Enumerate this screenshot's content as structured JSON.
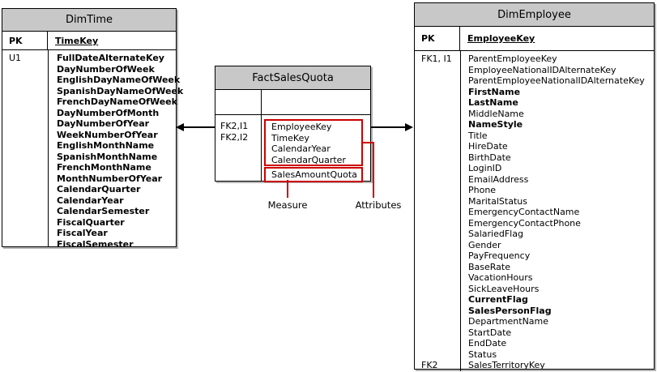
{
  "colors": {
    "header_bg": "#c8c8c8",
    "table_border": "#000000",
    "annotation_red": "#cc0000"
  },
  "tables": {
    "dim_time": {
      "title": "DimTime",
      "pk_label": "PK",
      "pk_column": "TimeKey",
      "key_label": "U1",
      "columns": [
        "FullDateAlternateKey",
        "DayNumberOfWeek",
        "EnglishDayNameOfWeek",
        "SpanishDayNameOfWeek",
        "FrenchDayNameOfWeek",
        "DayNumberOfMonth",
        "DayNumberOfYear",
        "WeekNumberOfYear",
        "EnglishMonthName",
        "SpanishMonthName",
        "FrenchMonthName",
        "MonthNumberOfYear",
        "CalendarQuarter",
        "CalendarYear",
        "CalendarSemester",
        "FiscalQuarter",
        "FiscalYear",
        "FiscalSemester"
      ]
    },
    "fact_sales_quota": {
      "title": "FactSalesQuota",
      "fk_labels": "FK2,I1\nFK2,I2",
      "attribute_columns": [
        "EmployeeKey",
        "TimeKey",
        "CalendarYear",
        "CalendarQuarter"
      ],
      "measure_columns": [
        "SalesAmountQuota"
      ]
    },
    "dim_employee": {
      "title": "DimEmployee",
      "pk_label": "PK",
      "pk_column": "EmployeeKey",
      "rows": [
        {
          "key": "FK1, I1",
          "name": "ParentEmployeeKey",
          "bold": false
        },
        {
          "key": "",
          "name": "EmployeeNationalIDAlternateKey",
          "bold": false
        },
        {
          "key": "",
          "name": "ParentEmployeeNationalIDAlternateKey",
          "bold": false
        },
        {
          "key": "",
          "name": "FirstName",
          "bold": true
        },
        {
          "key": "",
          "name": "LastName",
          "bold": true
        },
        {
          "key": "",
          "name": "MiddleName",
          "bold": false
        },
        {
          "key": "",
          "name": "NameStyle",
          "bold": true
        },
        {
          "key": "",
          "name": "Title",
          "bold": false
        },
        {
          "key": "",
          "name": "HireDate",
          "bold": false
        },
        {
          "key": "",
          "name": "BirthDate",
          "bold": false
        },
        {
          "key": "",
          "name": "LoginID",
          "bold": false
        },
        {
          "key": "",
          "name": "EmailAddress",
          "bold": false
        },
        {
          "key": "",
          "name": "Phone",
          "bold": false
        },
        {
          "key": "",
          "name": "MaritalStatus",
          "bold": false
        },
        {
          "key": "",
          "name": "EmergencyContactName",
          "bold": false
        },
        {
          "key": "",
          "name": "EmergencyContactPhone",
          "bold": false
        },
        {
          "key": "",
          "name": "SalariedFlag",
          "bold": false
        },
        {
          "key": "",
          "name": "Gender",
          "bold": false
        },
        {
          "key": "",
          "name": "PayFrequency",
          "bold": false
        },
        {
          "key": "",
          "name": "BaseRate",
          "bold": false
        },
        {
          "key": "",
          "name": "VacationHours",
          "bold": false
        },
        {
          "key": "",
          "name": "SickLeaveHours",
          "bold": false
        },
        {
          "key": "",
          "name": "CurrentFlag",
          "bold": true
        },
        {
          "key": "",
          "name": "SalesPersonFlag",
          "bold": true
        },
        {
          "key": "",
          "name": "DepartmentName",
          "bold": false
        },
        {
          "key": "",
          "name": "StartDate",
          "bold": false
        },
        {
          "key": "",
          "name": "EndDate",
          "bold": false
        },
        {
          "key": "",
          "name": "Status",
          "bold": false
        },
        {
          "key": "FK2",
          "name": "SalesTerritoryKey",
          "bold": false
        }
      ]
    }
  },
  "annotations": {
    "measure_label": "Measure",
    "attributes_label": "Attributes"
  }
}
